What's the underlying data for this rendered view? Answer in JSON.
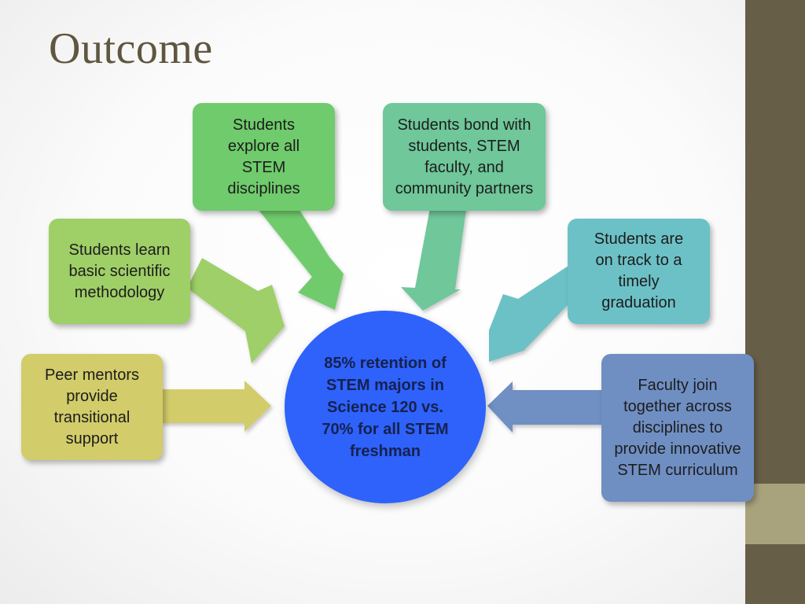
{
  "slide": {
    "title": "Outcome",
    "colors": {
      "sidebar": "#675e48",
      "sidebar_accent": "#a8a37c",
      "title": "#5f563f"
    }
  },
  "diagram": {
    "center": {
      "text": "85% retention of STEM majors in Science 120 vs. 70% for all STEM freshman",
      "color": "#2e62fb"
    },
    "nodes": [
      {
        "id": "explore",
        "text": "Students explore all STEM disciplines",
        "color": "#6fcb6c"
      },
      {
        "id": "bond",
        "text": "Students bond with students, STEM faculty, and community partners",
        "color": "#6fc79a"
      },
      {
        "id": "learn",
        "text": "Students learn basic scientific methodology",
        "color": "#9fcf67"
      },
      {
        "id": "track",
        "text": "Students are on track to a timely graduation",
        "color": "#6cc1c6"
      },
      {
        "id": "peer",
        "text": "Peer mentors provide transitional support",
        "color": "#d2cc6a"
      },
      {
        "id": "faculty",
        "text": "Faculty join together across disciplines to provide innovative STEM curriculum",
        "color": "#6f8fc3"
      }
    ]
  }
}
